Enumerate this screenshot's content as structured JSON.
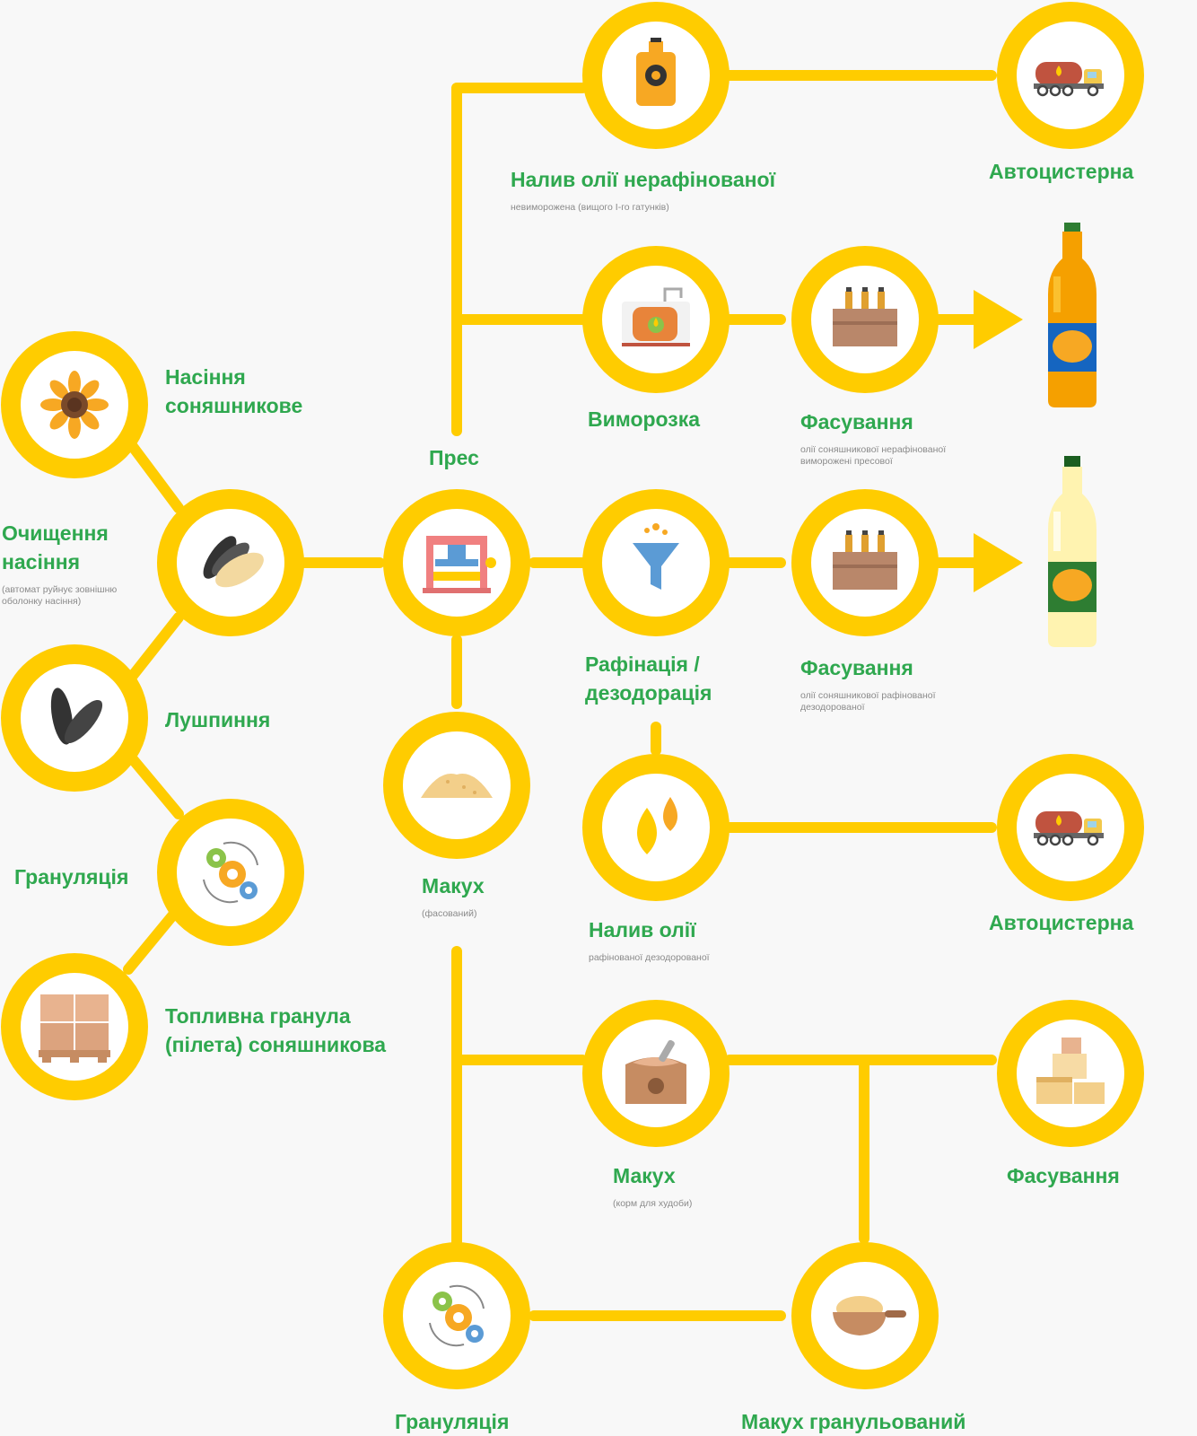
{
  "colors": {
    "line": "#ffcc00",
    "label": "#2fa84f",
    "sublabel": "#8a8a8a",
    "node_fill": "#ffffff"
  },
  "labels": {
    "seeds": "Насіння соняшникове",
    "seeds_l1": "Насіння",
    "seeds_l2": "соняшникове",
    "cleaning_l1": "Очищення",
    "cleaning_l2": "насіння",
    "cleaning_sub_l1": "(автомат руйнує зовнішню",
    "cleaning_sub_l2": "оболонку насіння)",
    "husk": "Лушпиння",
    "granulation_left": "Грануляція",
    "fuel_l1": "Топливна гранула",
    "fuel_l2": "(пілета) соняшникова",
    "press": "Прес",
    "cake_packed": "Макух",
    "cake_packed_sub": "(фасований)",
    "unrefined_fill": "Налив олії нерафінованої",
    "unrefined_fill_sub": "невиморожена (вищого І-го гатунків)",
    "tanker_top": "Автоцистерна",
    "freezing": "Виморозка",
    "packing_frozen": "Фасування",
    "packing_frozen_sub_l1": "олії соняшникової нерафінованої",
    "packing_frozen_sub_l2": "виморожені пресової",
    "refining_l1": "Рафінація /",
    "refining_l2": "дезодорація",
    "packing_refined": "Фасування",
    "packing_refined_sub_l1": "олії соняшникової рафінованої",
    "packing_refined_sub_l2": "дезодорованої",
    "oil_fill": "Налив олії",
    "oil_fill_sub": "рафінованої дезодорованої",
    "tanker_mid": "Автоцистерна",
    "cake_feed": "Макух",
    "cake_feed_sub": "(корм для худоби)",
    "packing_cake": "Фасування",
    "granulation_bottom": "Грануляція",
    "cake_granulated": "Макух гранульований"
  },
  "icons": {
    "seeds": "sunflower-icon",
    "cleaning": "seeds-icon",
    "husk": "husk-icon",
    "granulation_left": "gears-icon",
    "fuel": "pallet-icon",
    "press": "press-icon",
    "cake_packed": "pile-icon",
    "unrefined_fill": "oil-can-icon",
    "tanker_top": "tanker-truck-icon",
    "freezing": "tank-icon",
    "packing_frozen": "bottle-crate-icon",
    "refining": "funnel-icon",
    "packing_refined": "bottle-crate-icon",
    "oil_fill": "oil-drops-icon",
    "tanker_mid": "tanker-truck-icon",
    "cake_feed": "feed-sack-icon",
    "packing_cake": "boxes-icon",
    "granulation_bottom": "gears-icon",
    "cake_granulated": "bowl-icon",
    "bottle_unrefined": "oil-bottle-icon",
    "bottle_refined": "oil-bottle-icon"
  }
}
